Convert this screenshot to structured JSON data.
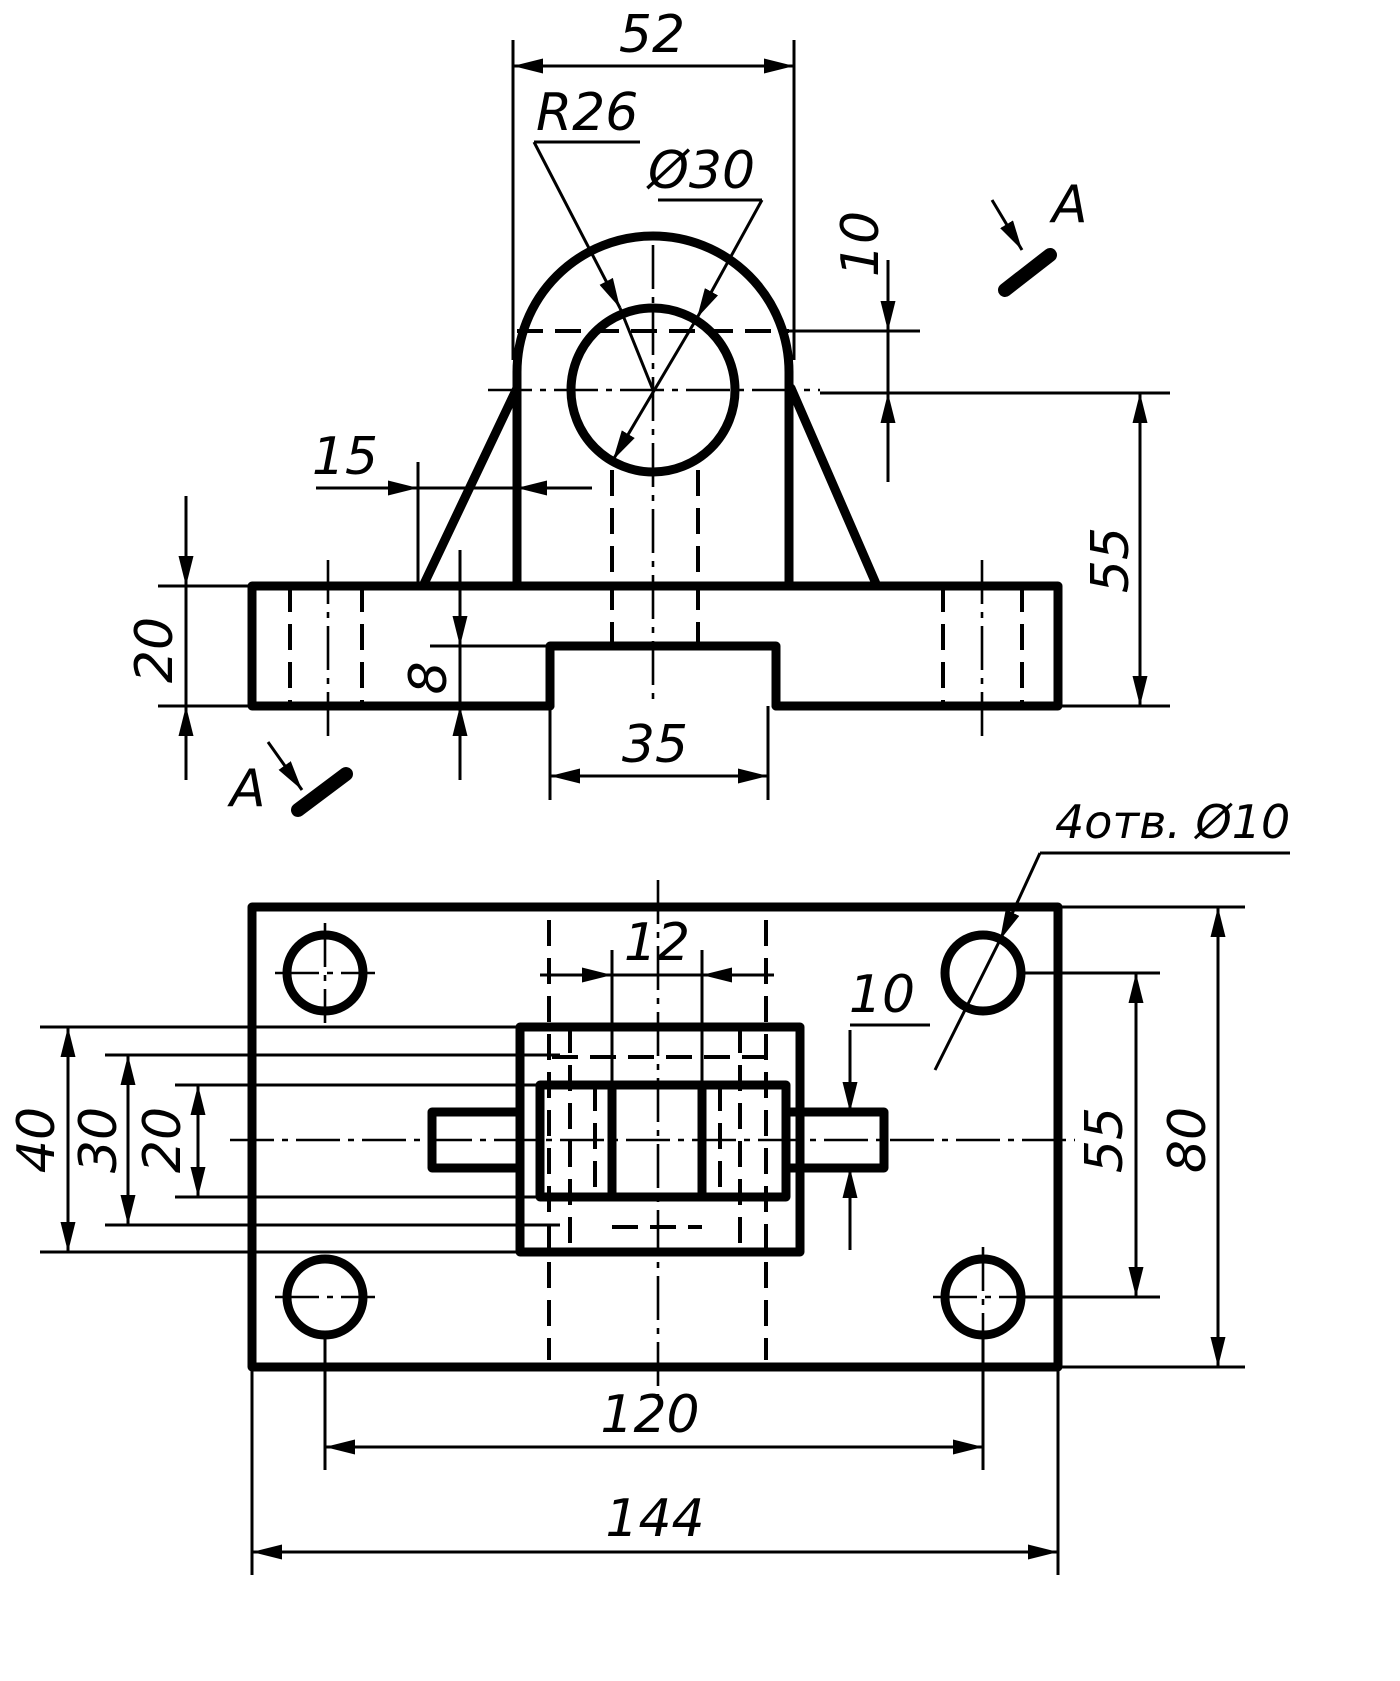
{
  "front_view": {
    "width_52": "52",
    "radius_26": "R26",
    "bore_30": "Ø30",
    "rim_10": "10",
    "center_height_55": "55",
    "rib_15": "15",
    "base_height_20": "20",
    "recess_depth_8": "8",
    "recess_width_35": "35"
  },
  "section": {
    "marker_letter_top": "A",
    "marker_letter_bottom": "A"
  },
  "top_view": {
    "holes_note": "4отв. Ø10",
    "slot_12": "12",
    "boss_10": "10",
    "width_40": "40",
    "width_30": "30",
    "width_20": "20",
    "hole_spacing_55": "55",
    "depth_80": "80",
    "hole_spacing_120": "120",
    "length_144": "144"
  }
}
